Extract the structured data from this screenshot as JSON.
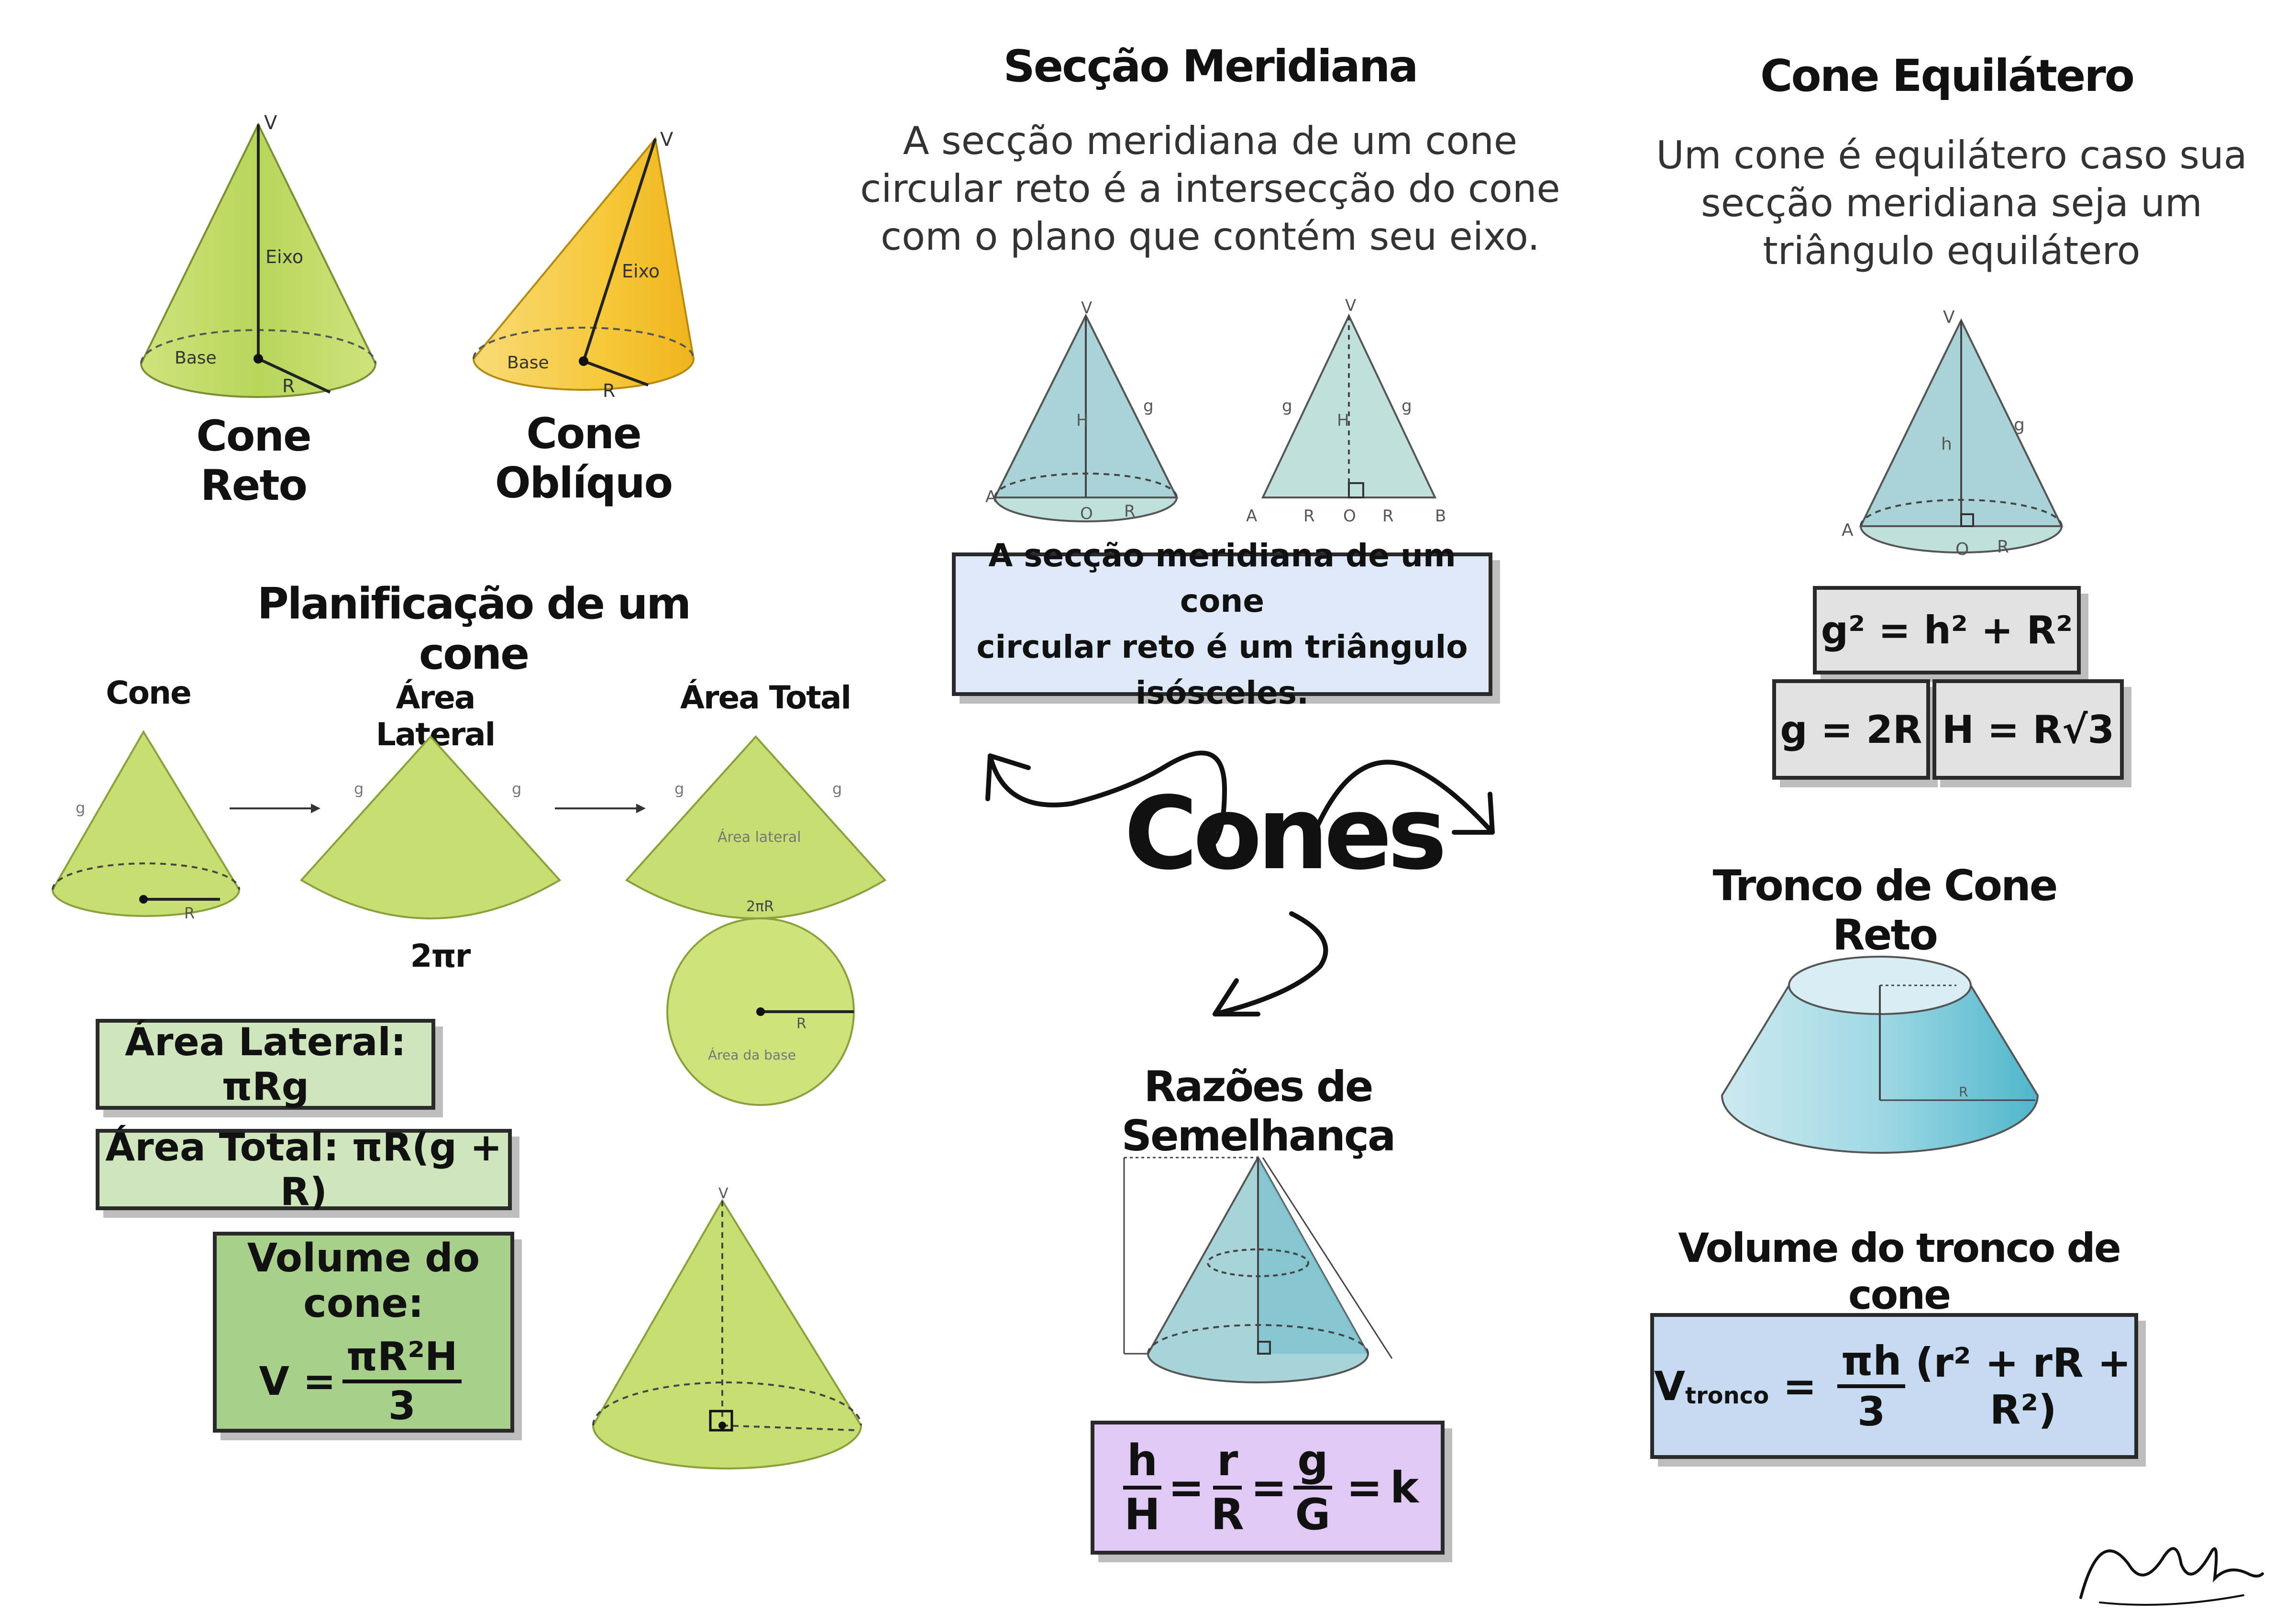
{
  "top_left": {
    "cone_reto_label": "Cone Reto",
    "cone_obliquo_label": "Cone Oblíquo",
    "reto_vertex": "V",
    "reto_axis": "Eixo",
    "reto_base": "Base",
    "reto_radius": "R",
    "obliquo_vertex": "V",
    "obliquo_axis": "Eixo",
    "obliquo_base": "Base",
    "obliquo_radius": "R"
  },
  "planificacao": {
    "title": "Planificação de um cone",
    "cone_label": "Cone",
    "area_lateral_label": "Área Lateral",
    "area_total_label": "Área Total",
    "arc_label": "2πr",
    "g_label": "g",
    "r_label": "R",
    "sector_text": "Área lateral",
    "circle_text": "Área da base",
    "circle_top": "2πR",
    "box_lateral": "Área Lateral: πRg",
    "box_total": "Área Total: πR(g + R)",
    "volume_title": "Volume do cone:",
    "volume_lhs": "V = ",
    "volume_num": "πR²H",
    "volume_den": "3"
  },
  "seccao": {
    "title": "Secção Meridiana",
    "desc_line1": "A secção meridiana de um cone",
    "desc_line2": "circular reto é a intersecção do cone",
    "desc_line3": "com o plano que contém seu eixo.",
    "box_line1": "A secção meridiana de um cone",
    "box_line2": "circular reto é um triângulo isósceles.",
    "labels": {
      "v": "V",
      "h": "H",
      "g": "g",
      "a": "A",
      "o": "O",
      "r": "R",
      "b": "B"
    }
  },
  "center": {
    "title": "Cones"
  },
  "razoes": {
    "title": "Razões de Semelhança",
    "h": "h",
    "H": "H",
    "r": "r",
    "R": "R",
    "g": "g",
    "G": "G",
    "eq": "=",
    "k": "k"
  },
  "equilatero": {
    "title": "Cone Equilátero",
    "desc_line1": "Um cone é equilátero caso sua",
    "desc_line2": "secção meridiana seja um",
    "desc_line3": "triângulo equilátero",
    "formula1": "g² = h² + R²",
    "formula2": "g = 2R",
    "formula3": "H = R√3",
    "labels": {
      "v": "V",
      "h": "h",
      "g": "g",
      "a": "A",
      "o": "O",
      "r": "R"
    }
  },
  "tronco": {
    "title": "Tronco de Cone Reto",
    "volume_title": "Volume do tronco de cone",
    "v_main": "V",
    "v_sub": "tronco",
    "eq": " = ",
    "num": "πh",
    "den": "3",
    "paren": "(r² + rR + R²)",
    "r_label": "R"
  },
  "colors": {
    "cone_green": "#c2dc6e",
    "cone_yellow": "#f6c83a",
    "cone_blue": "#a9d3d6",
    "tronco_blue": "#6ec7d7",
    "box_green": "#cfe5bb",
    "box_green_dark": "#a9cf8c",
    "box_blue": "#dde9f8",
    "box_purple": "#e1c9f5"
  }
}
